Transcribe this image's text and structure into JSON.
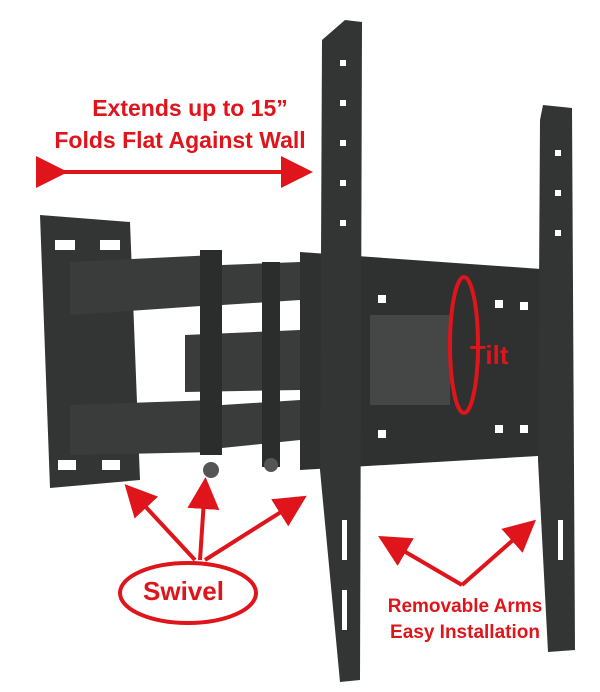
{
  "labels": {
    "extends": "Extends up to 15”",
    "folds": "Folds Flat Against Wall",
    "tilt": "Tilt",
    "swivel": "Swivel",
    "removable": "Removable Arms",
    "easy": "Easy Installation"
  },
  "colors": {
    "accent": "#e0141b",
    "metal": "#2f3030"
  }
}
